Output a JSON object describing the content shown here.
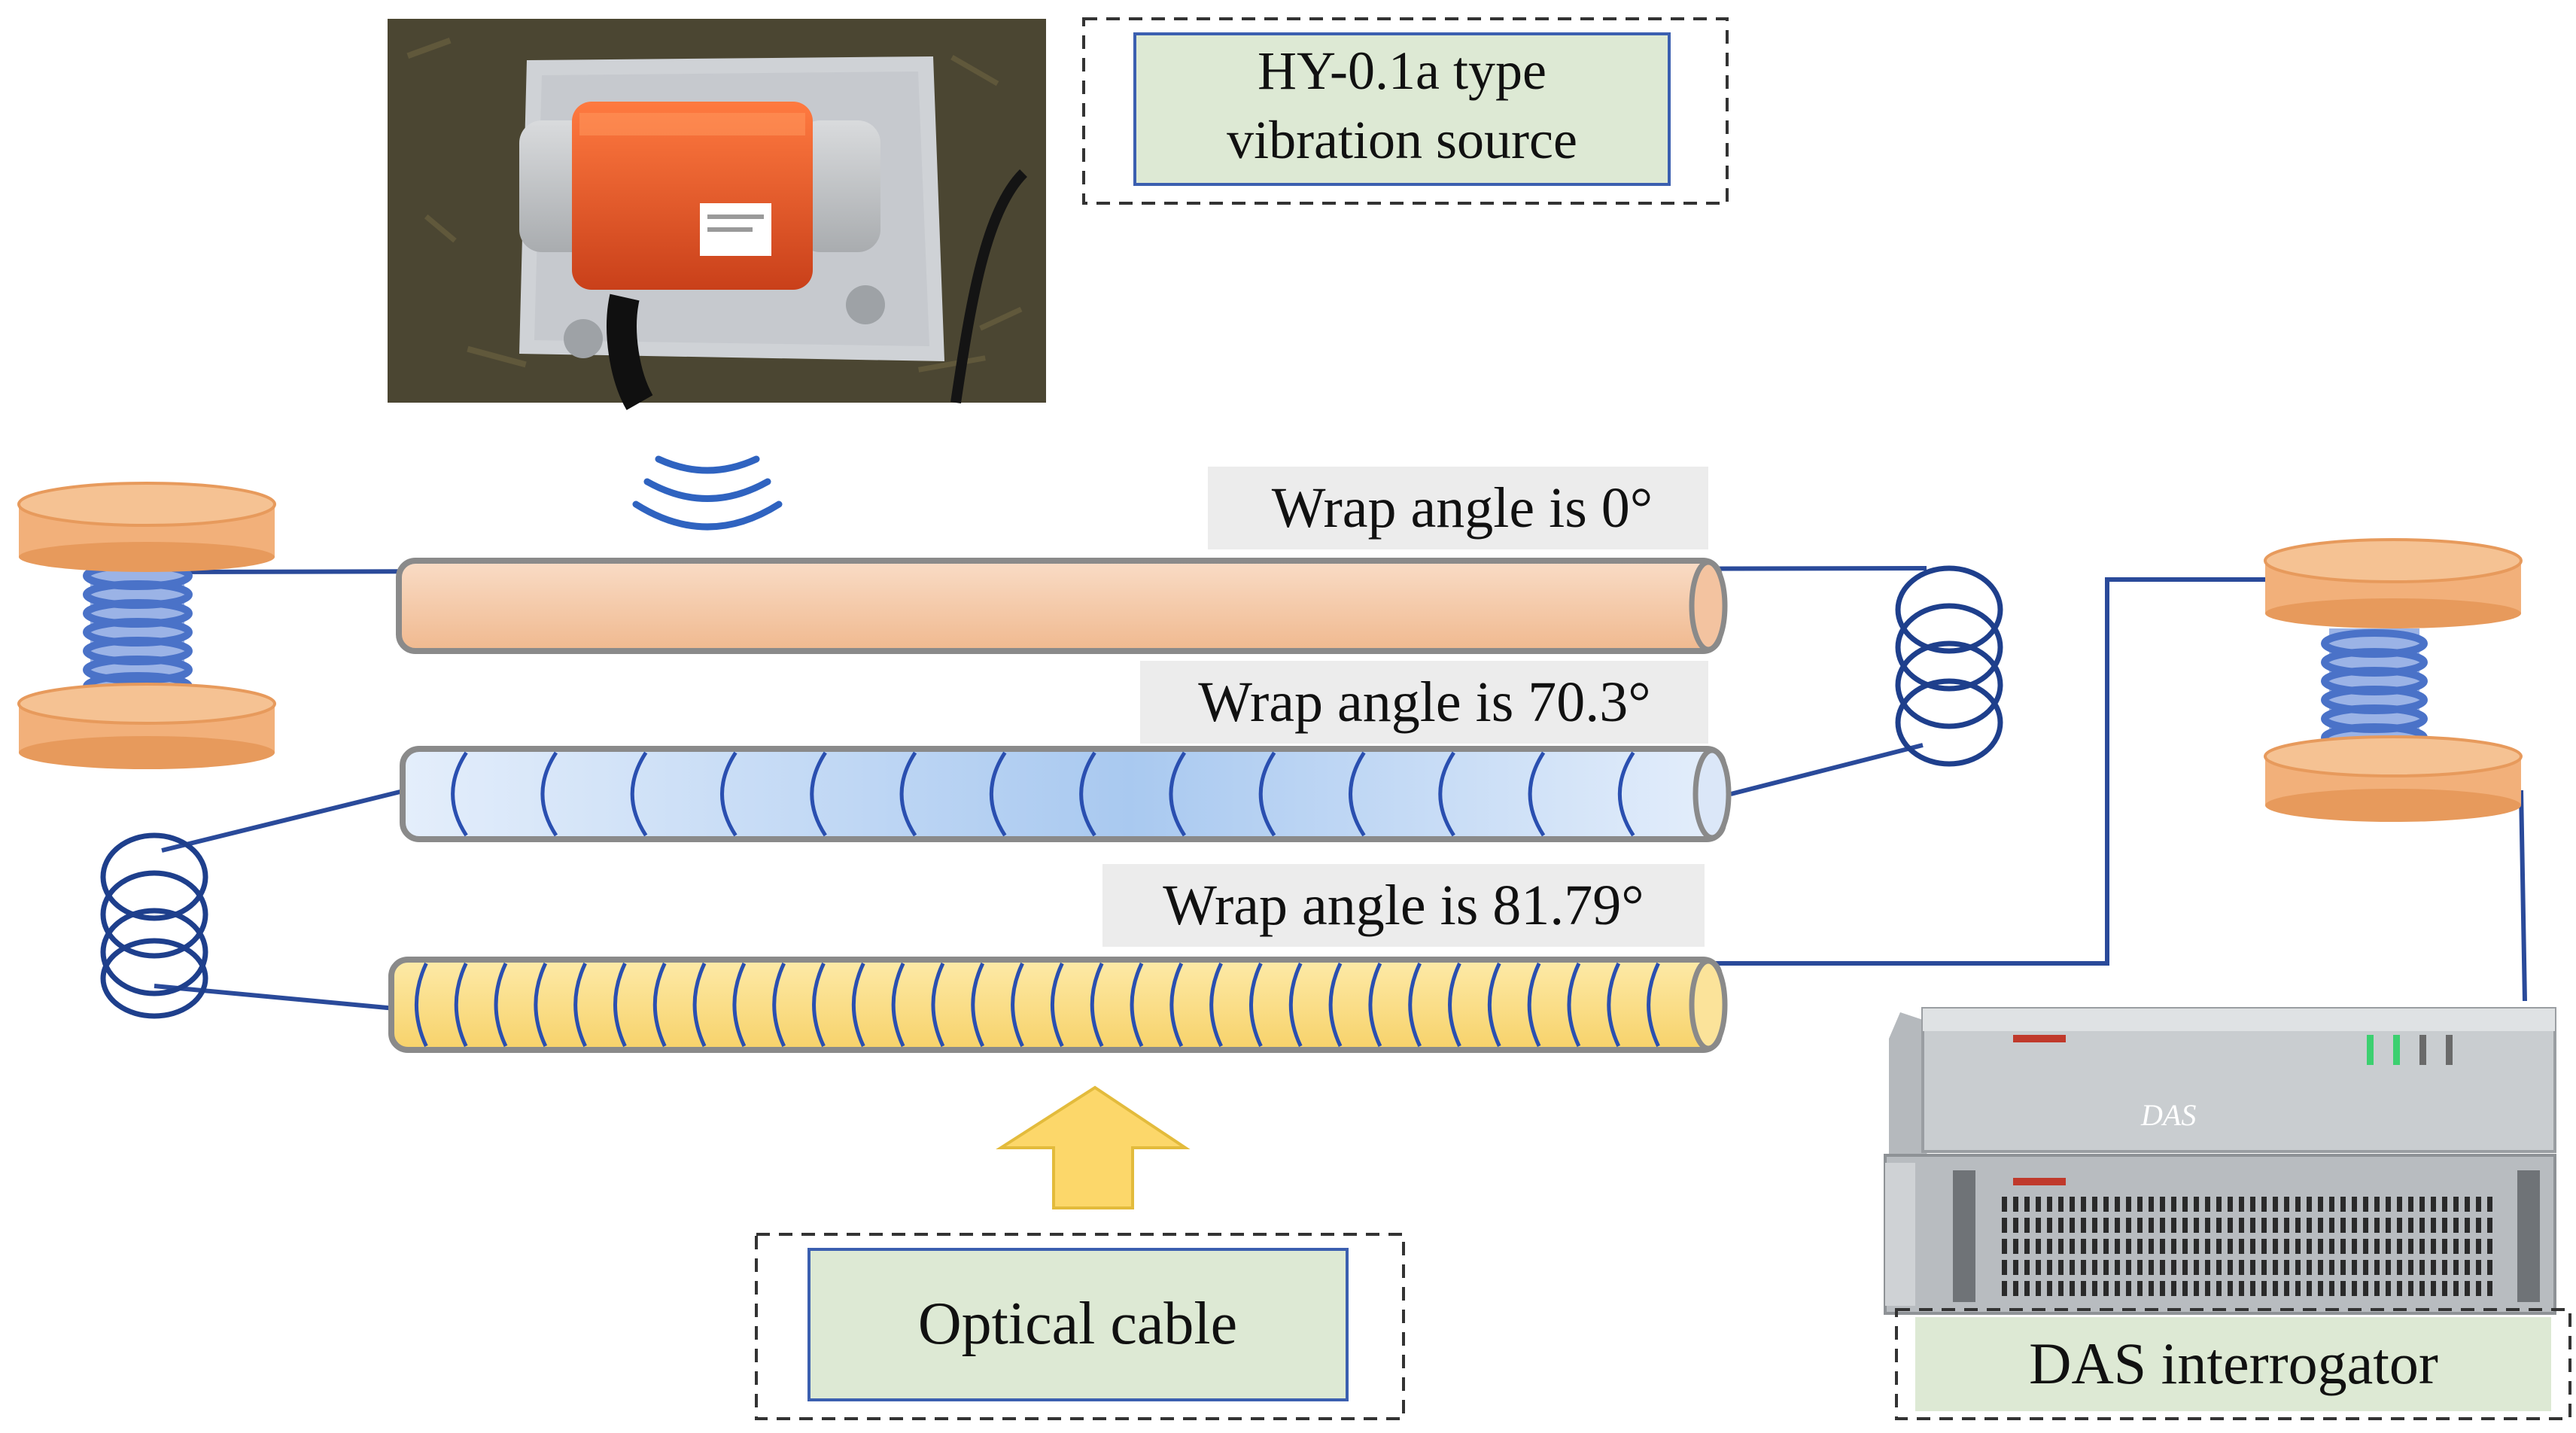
{
  "labels": {
    "source": [
      "HY-0.1a type",
      "vibration source"
    ],
    "wrap0": "Wrap angle is 0°",
    "wrap70": "Wrap angle is 70.3°",
    "wrap81": "Wrap angle is 81.79°",
    "cable": "Optical cable",
    "das": "DAS interrogator",
    "das_front_text": "DAS"
  },
  "colors": {
    "cable_line": "#2a4a9a",
    "spool_flange": "#f2b07a",
    "spool_coil": "#4a72c8",
    "tube0_fill": "#f6c9a8",
    "tube70_fill": "#cfe0f6",
    "tube81_fill": "#fbe08a",
    "label_box": "#dde9d4",
    "label_border": "#3b5fb0",
    "wrap_label_bg": "#ececec",
    "arrow_fill": "#fcd76a",
    "wave_color": "#2f63c0"
  }
}
